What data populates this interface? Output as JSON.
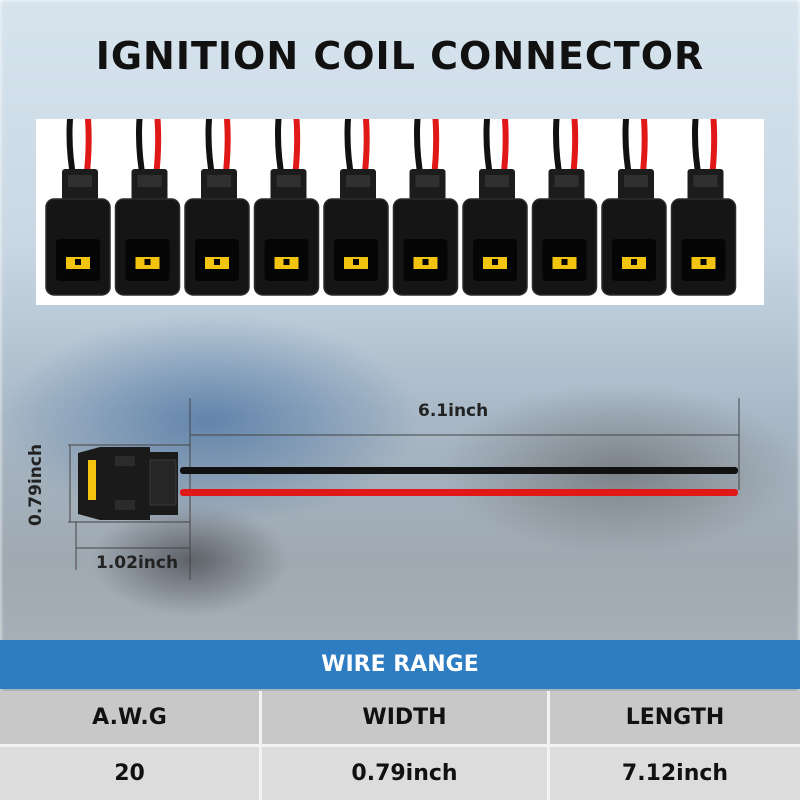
{
  "title": "IGNITION COIL CONNECTOR",
  "connector_count": 10,
  "dimensions": {
    "wire_length": "6.1inch",
    "connector_width": "0.79inch",
    "connector_length": "1.02inch"
  },
  "colors": {
    "banner": "#2e7cc1",
    "wire_red": "#e01818",
    "wire_black": "#111111",
    "terminal": "#f2c40f"
  },
  "table": {
    "banner": "WIRE RANGE",
    "headers": [
      "A.W.G",
      "WIDTH",
      "LENGTH"
    ],
    "values": [
      "20",
      "0.79inch",
      "7.12inch"
    ]
  }
}
